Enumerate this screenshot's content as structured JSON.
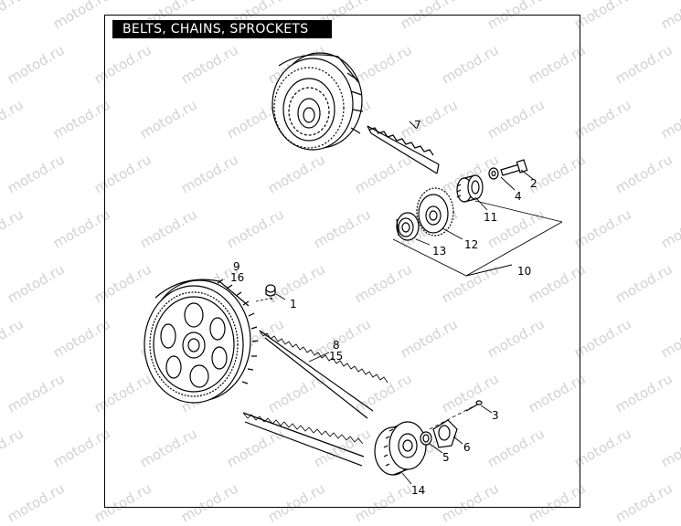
{
  "title": "BELTS, CHAINS, SPROCKETS",
  "watermark": "motod.ru",
  "callouts": {
    "c1": "1",
    "c2": "2",
    "c3": "3",
    "c4": "4",
    "c5": "5",
    "c6": "6",
    "c7": "7",
    "c8": "8",
    "c9": "9",
    "c10": "10",
    "c11": "11",
    "c12": "12",
    "c13": "13",
    "c14": "14",
    "c15": "15",
    "c16": "16"
  },
  "colors": {
    "line": "#000000",
    "watermark": "#d2d2d2",
    "background": "#ffffff"
  }
}
